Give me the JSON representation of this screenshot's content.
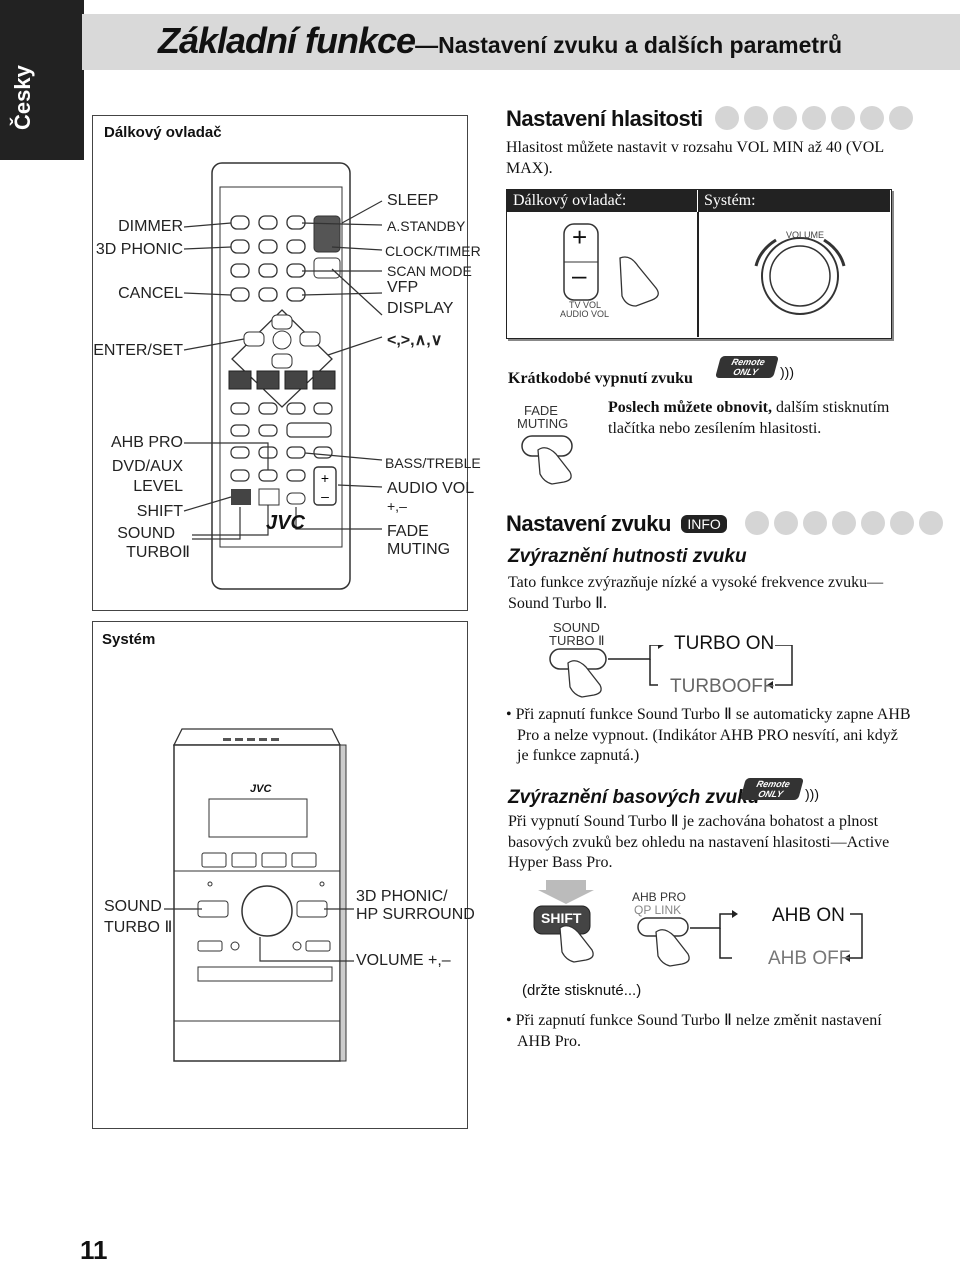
{
  "side_tab": "Česky",
  "title": {
    "main": "Základní funkce",
    "dash": "—",
    "sub": "Nastavení zvuku a dalších parametrů"
  },
  "left_panel": {
    "heading": "Dálkový ovladač",
    "left_labels": [
      "DIMMER",
      "3D PHONIC",
      "CANCEL",
      "ENTER/SET",
      "AHB PRO",
      "DVD/AUX",
      "LEVEL",
      "SHIFT",
      "SOUND",
      "TURBOⅡ"
    ],
    "right_labels": [
      "SLEEP",
      "A.STANDBY",
      "CLOCK/TIMER",
      "SCAN MODE",
      "VFP",
      "DISPLAY",
      "<,>,∧,∨",
      "BASS/TREBLE",
      "AUDIO VOL",
      "+,–",
      "FADE",
      "MUTING"
    ],
    "brand": "JVC"
  },
  "system_panel": {
    "heading": "Systém",
    "left_labels": [
      "SOUND",
      "TURBO Ⅱ"
    ],
    "right_labels": [
      "3D PHONIC/",
      "HP SURROUND",
      "VOLUME +,–"
    ],
    "brand": "JVC"
  },
  "volume": {
    "heading": "Nastavení hlasitosti",
    "text": "Hlasitost můžete nastavit v rozsahu VOL MIN až 40 (VOL MAX).",
    "box_remote": "Dálkový ovladač:",
    "box_system": "Systém:",
    "tv_vol": "TV VOL",
    "audio_vol": "AUDIO VOL",
    "knob_label": "VOLUME",
    "plus": "+",
    "minus": "–"
  },
  "muting": {
    "heading": "Krátkodobé vypnutí zvuku",
    "badge_line1": "Remote",
    "badge_line2": "ONLY",
    "btn_line1": "FADE",
    "btn_line2": "MUTING",
    "text_bold": "Poslech můžete obnovit,",
    "text_rest": " dalším stisknutím tlačítka nebo zesílením hlasitosti."
  },
  "sound": {
    "heading": "Nastavení zvuku",
    "info_badge": "INFO",
    "sub1": "Zvýraznění hutnosti zvuku",
    "text1": "Tato funkce zvýrazňuje nízké a vysoké frekvence zvuku—Sound Turbo Ⅱ.",
    "btn_line1": "SOUND",
    "btn_line2": "TURBO Ⅱ",
    "turbo_on": "TURBO ON",
    "turbo_off": "TURBOOFF",
    "bullet1": "• Při zapnutí funkce Sound Turbo Ⅱ se automaticky zapne AHB Pro a nelze vypnout. (Indikátor AHB PRO nesvítí, ani když je funkce zapnutá.)",
    "sub2": "Zvýraznění basových zvuků",
    "text2": "Při vypnutí Sound Turbo Ⅱ je zachována bohatost a plnost basových zvuků bez ohledu na nastavení hlasitosti—Active Hyper Bass Pro.",
    "shift": "SHIFT",
    "ahb_line1": "AHB PRO",
    "ahb_line2": "QP LINK",
    "ahb_on": "AHB ON",
    "ahb_off": "AHB OFF",
    "hold": "(držte stisknuté...)",
    "bullet2": "• Při zapnutí funkce Sound Turbo Ⅱ nelze změnit nastavení AHB Pro."
  },
  "page_number": "11"
}
